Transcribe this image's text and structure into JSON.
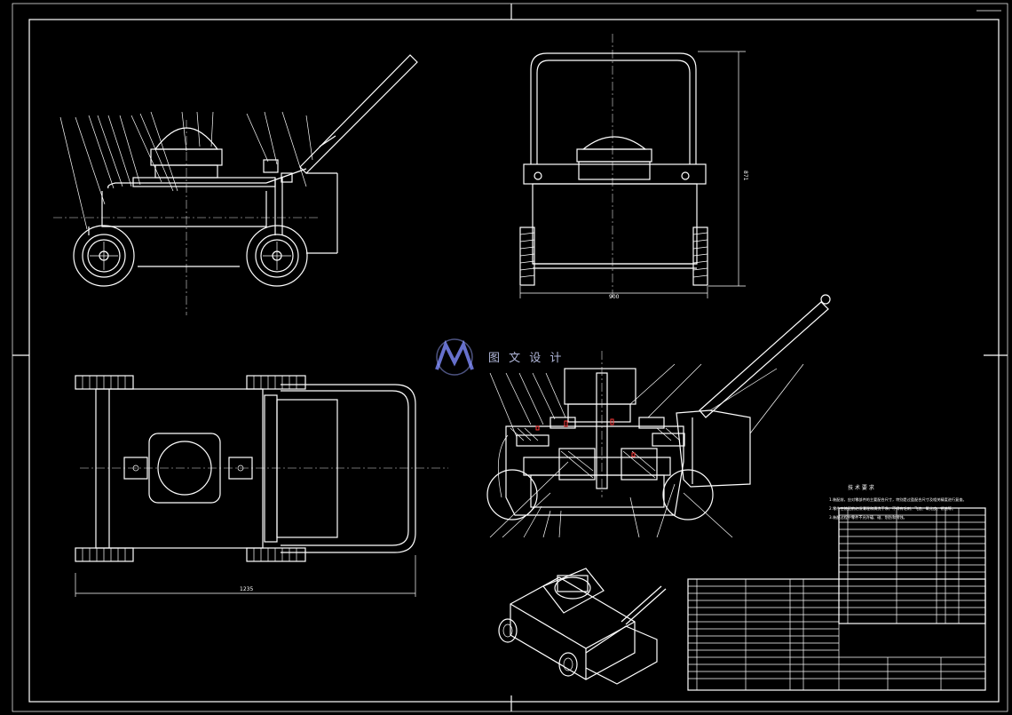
{
  "watermark": {
    "text": "图 文 设 计",
    "logo_icon": "wm-logo-icon"
  },
  "dimensions": {
    "front_width": "900",
    "front_height": "871",
    "top_length": "1235"
  },
  "notes": {
    "title": "技 术 要 求",
    "lines": [
      "1.装配前，应对零部件的主要配合尺寸，特别是过盈配合尺寸及相关精度进行复查。",
      "2.零件在装配前必须清理和清洗干净，不得有毛刺、飞边、氧化皮、锈蚀等。",
      "3.装配过程中零件不允许磕、碰、划伤和锈蚀。"
    ]
  },
  "colors": {
    "line": "#ffffff",
    "background": "#000000",
    "accent": "#ff3a3a"
  }
}
